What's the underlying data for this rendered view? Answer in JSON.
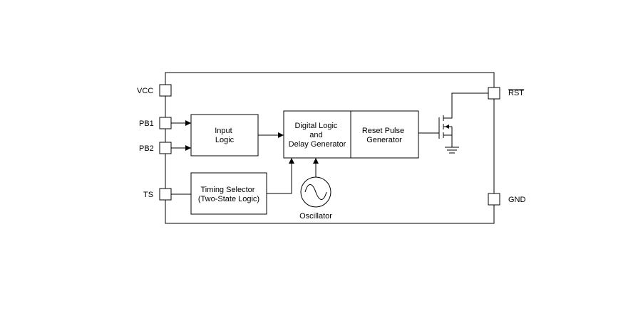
{
  "pins": {
    "vcc": "VCC",
    "pb1": "PB1",
    "pb2": "PB2",
    "ts": "TS",
    "rst": "RST",
    "gnd": "GND"
  },
  "blocks": {
    "input_logic": [
      "Input",
      "Logic"
    ],
    "digital_logic": [
      "Digital Logic",
      "and",
      "Delay Generator"
    ],
    "reset_pulse": [
      "Reset Pulse",
      "Generator"
    ],
    "timing_selector": [
      "Timing Selector",
      "(Two-State Logic)"
    ],
    "oscillator": "Oscillator"
  },
  "colors": {
    "stroke": "#000000",
    "background": "#ffffff"
  },
  "icons": {
    "oscillator": "sine-wave-icon",
    "output_transistor": "nmos-transistor-icon",
    "ground": "ground-icon"
  }
}
